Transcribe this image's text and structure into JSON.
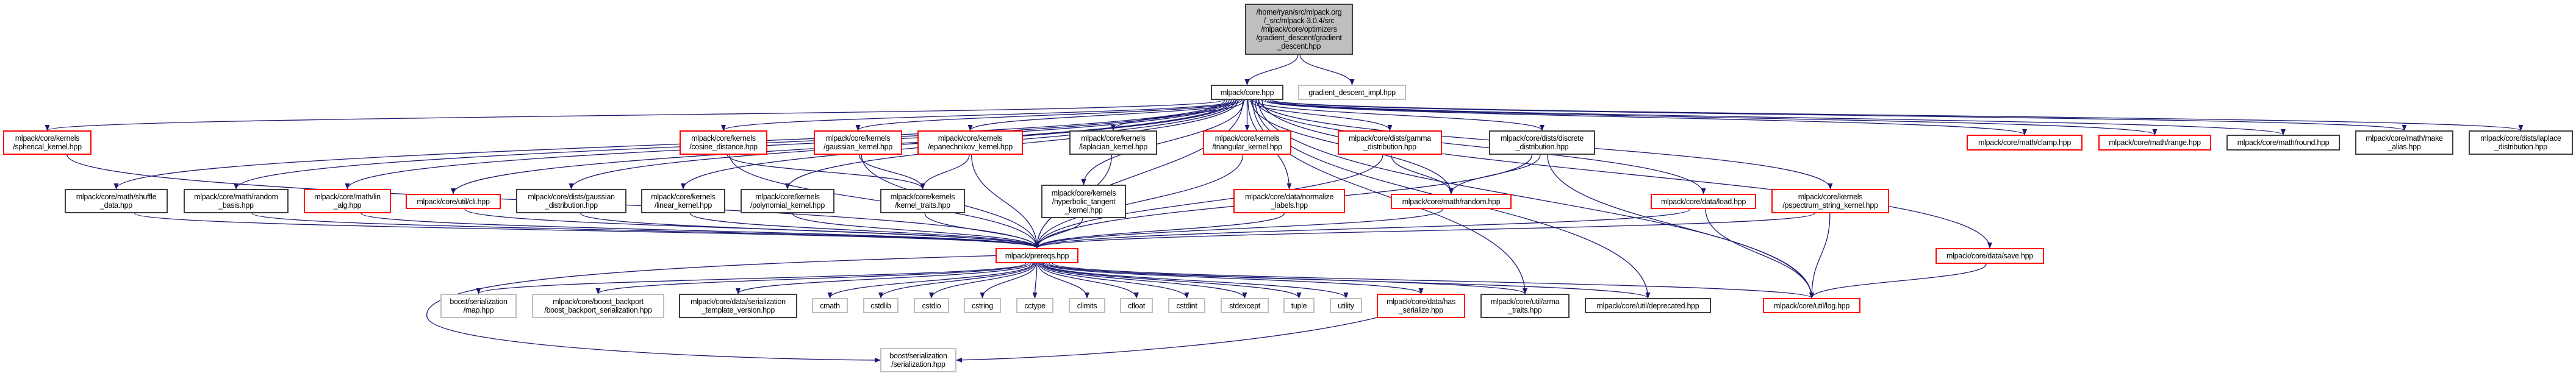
{
  "colors": {
    "edge": "#191970",
    "red_border": "#ff0000",
    "black_border": "#3f3f3f",
    "gray_border": "#bfbfbf",
    "root_fill": "#bfbfbf"
  },
  "nodes": [
    {
      "id": "root",
      "label": "/home/ryan/src/mlpack.org\n/_src/mlpack-3.0.4/src\n/mlpack/core/optimizers\n/gradient_descent/gradient\n_descent.hpp",
      "style": "root"
    },
    {
      "id": "core",
      "label": "mlpack/core.hpp",
      "style": "black"
    },
    {
      "id": "impl",
      "label": "gradient_descent_impl.hpp",
      "style": "gray"
    },
    {
      "id": "spherical",
      "label": "mlpack/core/kernels\n/spherical_kernel.hpp",
      "style": "red"
    },
    {
      "id": "cosine",
      "label": "mlpack/core/kernels\n/cosine_distance.hpp",
      "style": "red"
    },
    {
      "id": "gaussk",
      "label": "mlpack/core/kernels\n/gaussian_kernel.hpp",
      "style": "red"
    },
    {
      "id": "epan",
      "label": "mlpack/core/kernels\n/epanechnikov_kernel.hpp",
      "style": "red"
    },
    {
      "id": "laplacian",
      "label": "mlpack/core/kernels\n/laplacian_kernel.hpp",
      "style": "black"
    },
    {
      "id": "triangular",
      "label": "mlpack/core/kernels\n/triangular_kernel.hpp",
      "style": "red"
    },
    {
      "id": "gamma",
      "label": "mlpack/core/dists/gamma\n_distribution.hpp",
      "style": "red"
    },
    {
      "id": "discrete",
      "label": "mlpack/core/dists/discrete\n_distribution.hpp",
      "style": "black"
    },
    {
      "id": "clamp",
      "label": "mlpack/core/math/clamp.hpp",
      "style": "red"
    },
    {
      "id": "range",
      "label": "mlpack/core/math/range.hpp",
      "style": "red"
    },
    {
      "id": "round",
      "label": "mlpack/core/math/round.hpp",
      "style": "black"
    },
    {
      "id": "makealias",
      "label": "mlpack/core/math/make\n_alias.hpp",
      "style": "black"
    },
    {
      "id": "laplace",
      "label": "mlpack/core/dists/laplace\n_distribution.hpp",
      "style": "black"
    },
    {
      "id": "shuffle",
      "label": "mlpack/core/math/shuffle\n_data.hpp",
      "style": "black"
    },
    {
      "id": "randbasis",
      "label": "mlpack/core/math/random\n_basis.hpp",
      "style": "black"
    },
    {
      "id": "linalg",
      "label": "mlpack/core/math/lin\n_alg.hpp",
      "style": "red"
    },
    {
      "id": "cli",
      "label": "mlpack/core/util/cli.hpp",
      "style": "red"
    },
    {
      "id": "gaussdist",
      "label": "mlpack/core/dists/gaussian\n_distribution.hpp",
      "style": "black"
    },
    {
      "id": "linear",
      "label": "mlpack/core/kernels\n/linear_kernel.hpp",
      "style": "black"
    },
    {
      "id": "polynomial",
      "label": "mlpack/core/kernels\n/polynomial_kernel.hpp",
      "style": "black"
    },
    {
      "id": "ktraits",
      "label": "mlpack/core/kernels\n/kernel_traits.hpp",
      "style": "black"
    },
    {
      "id": "hyperbolic",
      "label": "mlpack/core/kernels\n/hyperbolic_tangent\n_kernel.hpp",
      "style": "black"
    },
    {
      "id": "normalize",
      "label": "mlpack/core/data/normalize\n_labels.hpp",
      "style": "red"
    },
    {
      "id": "random",
      "label": "mlpack/core/math/random.hpp",
      "style": "red"
    },
    {
      "id": "load",
      "label": "mlpack/core/data/load.hpp",
      "style": "red"
    },
    {
      "id": "pspectrum",
      "label": "mlpack/core/kernels\n/pspectrum_string_kernel.hpp",
      "style": "red"
    },
    {
      "id": "prereqs",
      "label": "mlpack/prereqs.hpp",
      "style": "red"
    },
    {
      "id": "save",
      "label": "mlpack/core/data/save.hpp",
      "style": "red"
    },
    {
      "id": "map",
      "label": "boost/serialization\n/map.hpp",
      "style": "gray"
    },
    {
      "id": "backport",
      "label": "mlpack/core/boost_backport\n/boost_backport_serialization.hpp",
      "style": "gray"
    },
    {
      "id": "tmplver",
      "label": "mlpack/core/data/serialization\n_template_version.hpp",
      "style": "black"
    },
    {
      "id": "cmath",
      "label": "cmath",
      "style": "gray"
    },
    {
      "id": "cstdlib",
      "label": "cstdlib",
      "style": "gray"
    },
    {
      "id": "cstdio",
      "label": "cstdio",
      "style": "gray"
    },
    {
      "id": "cstring",
      "label": "cstring",
      "style": "gray"
    },
    {
      "id": "cctype",
      "label": "cctype",
      "style": "gray"
    },
    {
      "id": "climits",
      "label": "climits",
      "style": "gray"
    },
    {
      "id": "cfloat",
      "label": "cfloat",
      "style": "gray"
    },
    {
      "id": "cstdint",
      "label": "cstdint",
      "style": "gray"
    },
    {
      "id": "stdexcept",
      "label": "stdexcept",
      "style": "gray"
    },
    {
      "id": "tuple",
      "label": "tuple",
      "style": "gray"
    },
    {
      "id": "utility",
      "label": "utility",
      "style": "gray"
    },
    {
      "id": "hasser",
      "label": "mlpack/core/data/has\n_serialize.hpp",
      "style": "red"
    },
    {
      "id": "armatraits",
      "label": "mlpack/core/util/arma\n_traits.hpp",
      "style": "black"
    },
    {
      "id": "deprecated",
      "label": "mlpack/core/util/deprecated.hpp",
      "style": "black"
    },
    {
      "id": "log",
      "label": "mlpack/core/util/log.hpp",
      "style": "red"
    },
    {
      "id": "serialization",
      "label": "boost/serialization\n/serialization.hpp",
      "style": "gray"
    }
  ],
  "edges": [
    [
      "root",
      "core"
    ],
    [
      "root",
      "impl"
    ],
    [
      "core",
      "spherical"
    ],
    [
      "core",
      "cosine"
    ],
    [
      "core",
      "gaussk"
    ],
    [
      "core",
      "epan"
    ],
    [
      "core",
      "laplacian"
    ],
    [
      "core",
      "triangular"
    ],
    [
      "core",
      "gamma"
    ],
    [
      "core",
      "discrete"
    ],
    [
      "core",
      "clamp"
    ],
    [
      "core",
      "range"
    ],
    [
      "core",
      "round"
    ],
    [
      "core",
      "makealias"
    ],
    [
      "core",
      "laplace"
    ],
    [
      "core",
      "shuffle"
    ],
    [
      "core",
      "randbasis"
    ],
    [
      "core",
      "linalg"
    ],
    [
      "core",
      "cli"
    ],
    [
      "core",
      "gaussdist"
    ],
    [
      "core",
      "linear"
    ],
    [
      "core",
      "polynomial"
    ],
    [
      "core",
      "hyperbolic"
    ],
    [
      "core",
      "normalize"
    ],
    [
      "core",
      "random"
    ],
    [
      "core",
      "load"
    ],
    [
      "core",
      "pspectrum"
    ],
    [
      "core",
      "save"
    ],
    [
      "core",
      "prereqs"
    ],
    [
      "core",
      "armatraits"
    ],
    [
      "core",
      "deprecated"
    ],
    [
      "core",
      "log"
    ],
    [
      "spherical",
      "prereqs"
    ],
    [
      "cosine",
      "ktraits"
    ],
    [
      "cosine",
      "prereqs"
    ],
    [
      "gaussk",
      "ktraits"
    ],
    [
      "gaussk",
      "prereqs"
    ],
    [
      "epan",
      "ktraits"
    ],
    [
      "epan",
      "prereqs"
    ],
    [
      "laplacian",
      "prereqs"
    ],
    [
      "triangular",
      "prereqs"
    ],
    [
      "gamma",
      "random"
    ],
    [
      "gamma",
      "prereqs"
    ],
    [
      "discrete",
      "random"
    ],
    [
      "discrete",
      "prereqs"
    ],
    [
      "discrete",
      "log"
    ],
    [
      "shuffle",
      "prereqs"
    ],
    [
      "randbasis",
      "prereqs"
    ],
    [
      "linalg",
      "prereqs"
    ],
    [
      "cli",
      "prereqs"
    ],
    [
      "gaussdist",
      "prereqs"
    ],
    [
      "linear",
      "prereqs"
    ],
    [
      "polynomial",
      "prereqs"
    ],
    [
      "ktraits",
      "prereqs"
    ],
    [
      "hyperbolic",
      "prereqs"
    ],
    [
      "normalize",
      "prereqs"
    ],
    [
      "random",
      "prereqs"
    ],
    [
      "load",
      "prereqs"
    ],
    [
      "load",
      "log"
    ],
    [
      "pspectrum",
      "prereqs"
    ],
    [
      "pspectrum",
      "log"
    ],
    [
      "save",
      "log"
    ],
    [
      "prereqs",
      "map"
    ],
    [
      "prereqs",
      "backport"
    ],
    [
      "prereqs",
      "tmplver"
    ],
    [
      "prereqs",
      "cmath"
    ],
    [
      "prereqs",
      "cstdlib"
    ],
    [
      "prereqs",
      "cstdio"
    ],
    [
      "prereqs",
      "cstring"
    ],
    [
      "prereqs",
      "cctype"
    ],
    [
      "prereqs",
      "climits"
    ],
    [
      "prereqs",
      "cfloat"
    ],
    [
      "prereqs",
      "cstdint"
    ],
    [
      "prereqs",
      "stdexcept"
    ],
    [
      "prereqs",
      "tuple"
    ],
    [
      "prereqs",
      "utility"
    ],
    [
      "prereqs",
      "hasser"
    ],
    [
      "prereqs",
      "armatraits"
    ],
    [
      "prereqs",
      "deprecated"
    ],
    [
      "prereqs",
      "log"
    ],
    [
      "prereqs",
      "serialization"
    ],
    [
      "hasser",
      "serialization"
    ]
  ]
}
